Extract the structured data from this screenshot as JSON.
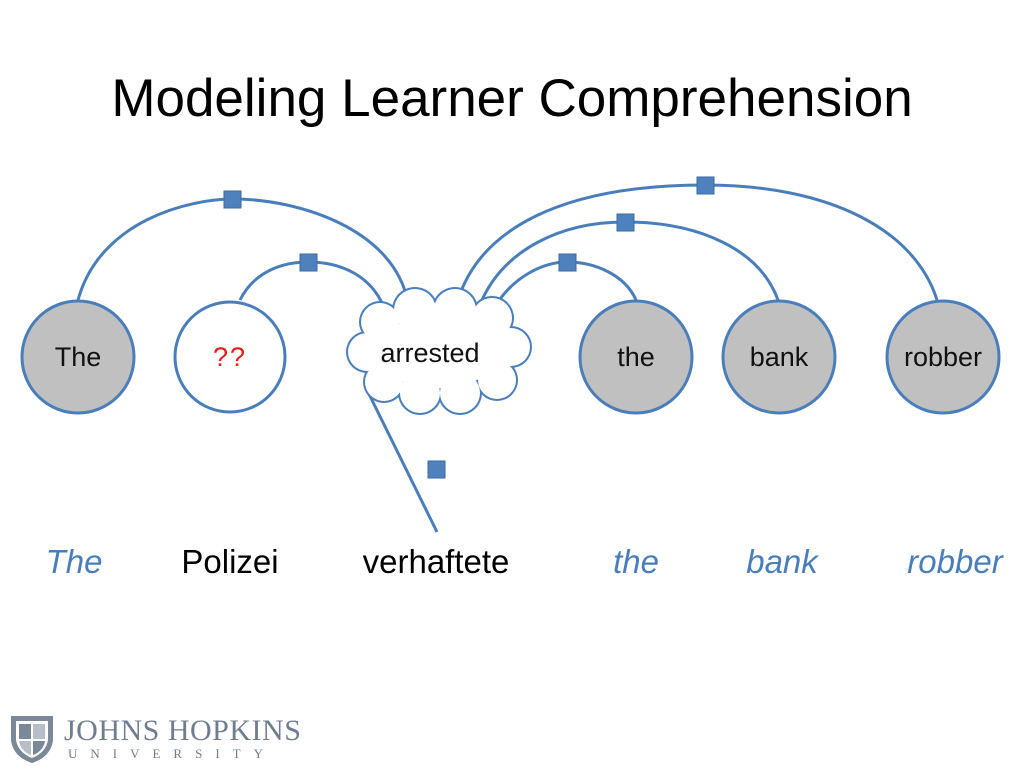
{
  "slide": {
    "title": "Modeling Learner Comprehension"
  },
  "diagram": {
    "nodes": [
      {
        "label": "The",
        "label_color": "#111111"
      },
      {
        "label": "??",
        "label_color": "#e02020"
      },
      {
        "label": "arrested",
        "label_color": "#111111"
      },
      {
        "label": "the",
        "label_color": "#111111"
      },
      {
        "label": "bank",
        "label_color": "#111111"
      },
      {
        "label": "robber",
        "label_color": "#111111"
      }
    ],
    "colors": {
      "edge": "#4a7ebb",
      "factor": "#4f81bd",
      "observed_fill": "#c0c0c0",
      "unknown_fill": "#ffffff"
    }
  },
  "sentence": {
    "words": [
      {
        "text": "The",
        "style": "italic",
        "color": "#4a7ebb"
      },
      {
        "text": "Polizei",
        "style": "normal",
        "color": "#000000"
      },
      {
        "text": "verhaftete",
        "style": "normal",
        "color": "#000000"
      },
      {
        "text": "the",
        "style": "italic",
        "color": "#4a7ebb"
      },
      {
        "text": "bank",
        "style": "italic",
        "color": "#4a7ebb"
      },
      {
        "text": "robber",
        "style": "italic",
        "color": "#4a7ebb"
      }
    ]
  },
  "logo": {
    "name": "JOHNS HOPKINS",
    "sub": "UNIVERSITY"
  }
}
